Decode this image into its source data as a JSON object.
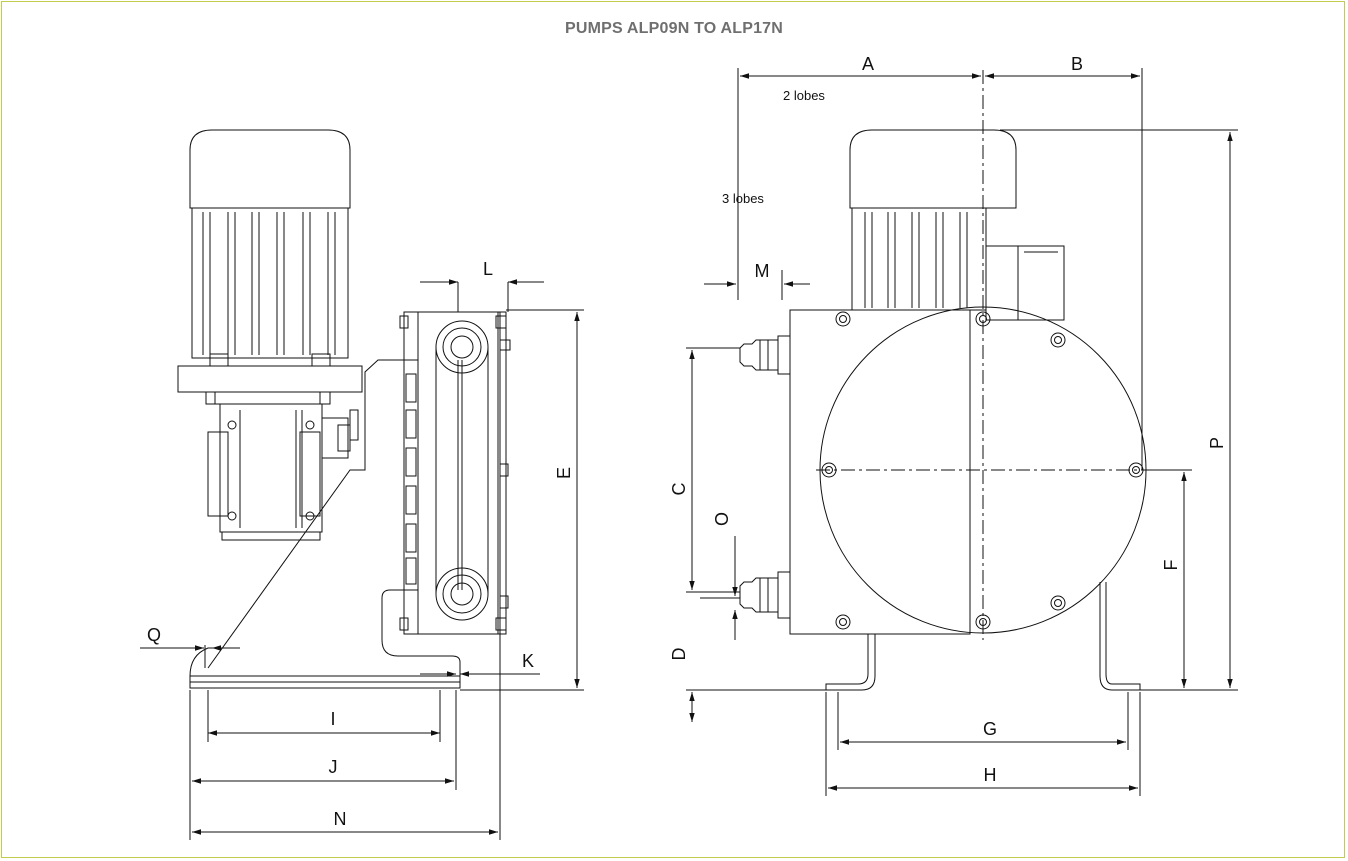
{
  "title": "PUMPS ALP09N TO ALP17N",
  "notes": {
    "two_lobes": "2 lobes",
    "three_lobes": "3 lobes"
  },
  "dimensions": {
    "A": "A",
    "B": "B",
    "C": "C",
    "D": "D",
    "E": "E",
    "F": "F",
    "G": "G",
    "H": "H",
    "I": "I",
    "J": "J",
    "K": "K",
    "L": "L",
    "M": "M",
    "N": "N",
    "O": "O",
    "P": "P",
    "Q": "Q"
  },
  "colors": {
    "frame": "#c2cc4e",
    "title": "#6f6f6f",
    "line": "#111111"
  }
}
